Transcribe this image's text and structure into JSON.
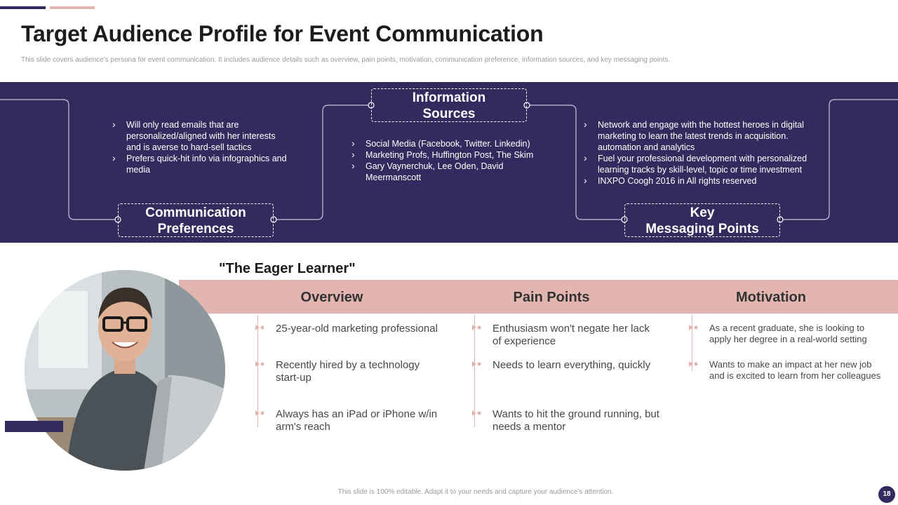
{
  "slide": {
    "title": "Target Audience Profile for Event Communication",
    "subtitle": "This slide covers audience's persona for event communication. It includes audience details such as overview, pain points, motivation, communication preference, information sources, and key messaging points.",
    "footer": "This slide is 100% editable. Adapt it to your needs and capture your audience's attention.",
    "page_number": "18"
  },
  "band": {
    "communication_preferences": {
      "label_line1": "Communication",
      "label_line2": "Preferences",
      "items": [
        "Will only read emails that are personalized/aligned with her interests and is averse to hard-sell tactics",
        "Prefers quick-hit info via infographics and media"
      ]
    },
    "information_sources": {
      "label_line1": "Information",
      "label_line2": "Sources",
      "items": [
        "Social Media (Facebook, Twitter. Linkedin)",
        "Marketing Profs, Huffington Post, The Skim",
        "Gary Vaynerchuk, Lee Oden, David Meermanscott"
      ]
    },
    "key_messaging_points": {
      "label_line1": "Key",
      "label_line2": "Messaging Points",
      "items": [
        "Network and engage with the hottest heroes in digital marketing to learn the latest trends in acquisition. automation and analytics",
        "Fuel your professional development with personalized learning tracks by skill-level, topic or time investment",
        "INXPO Coogh 2016 in All rights reserved"
      ]
    }
  },
  "persona": {
    "name": "\"The Eager Learner\"",
    "columns": {
      "overview": {
        "heading": "Overview",
        "items": [
          "25-year-old marketing professional",
          "Recently hired by a technology start-up",
          "Always has an iPad or iPhone w/in arm's reach"
        ]
      },
      "pain_points": {
        "heading": "Pain Points",
        "items": [
          "Enthusiasm won't negate her lack of experience",
          "Needs to learn everything, quickly",
          "Wants to hit the ground running, but needs a mentor"
        ]
      },
      "motivation": {
        "heading": "Motivation",
        "items": [
          "As a recent graduate, she is looking to apply her degree in a real-world setting",
          "Wants to make an impact at her new job and is excited to learn from her colleagues"
        ]
      }
    }
  },
  "colors": {
    "navy": "#332b5e",
    "pink": "#e2b5b0"
  },
  "icons": {
    "bullet_marker": "pink-arrow-bullet-icon",
    "list_marker": "chevron-right-icon"
  }
}
